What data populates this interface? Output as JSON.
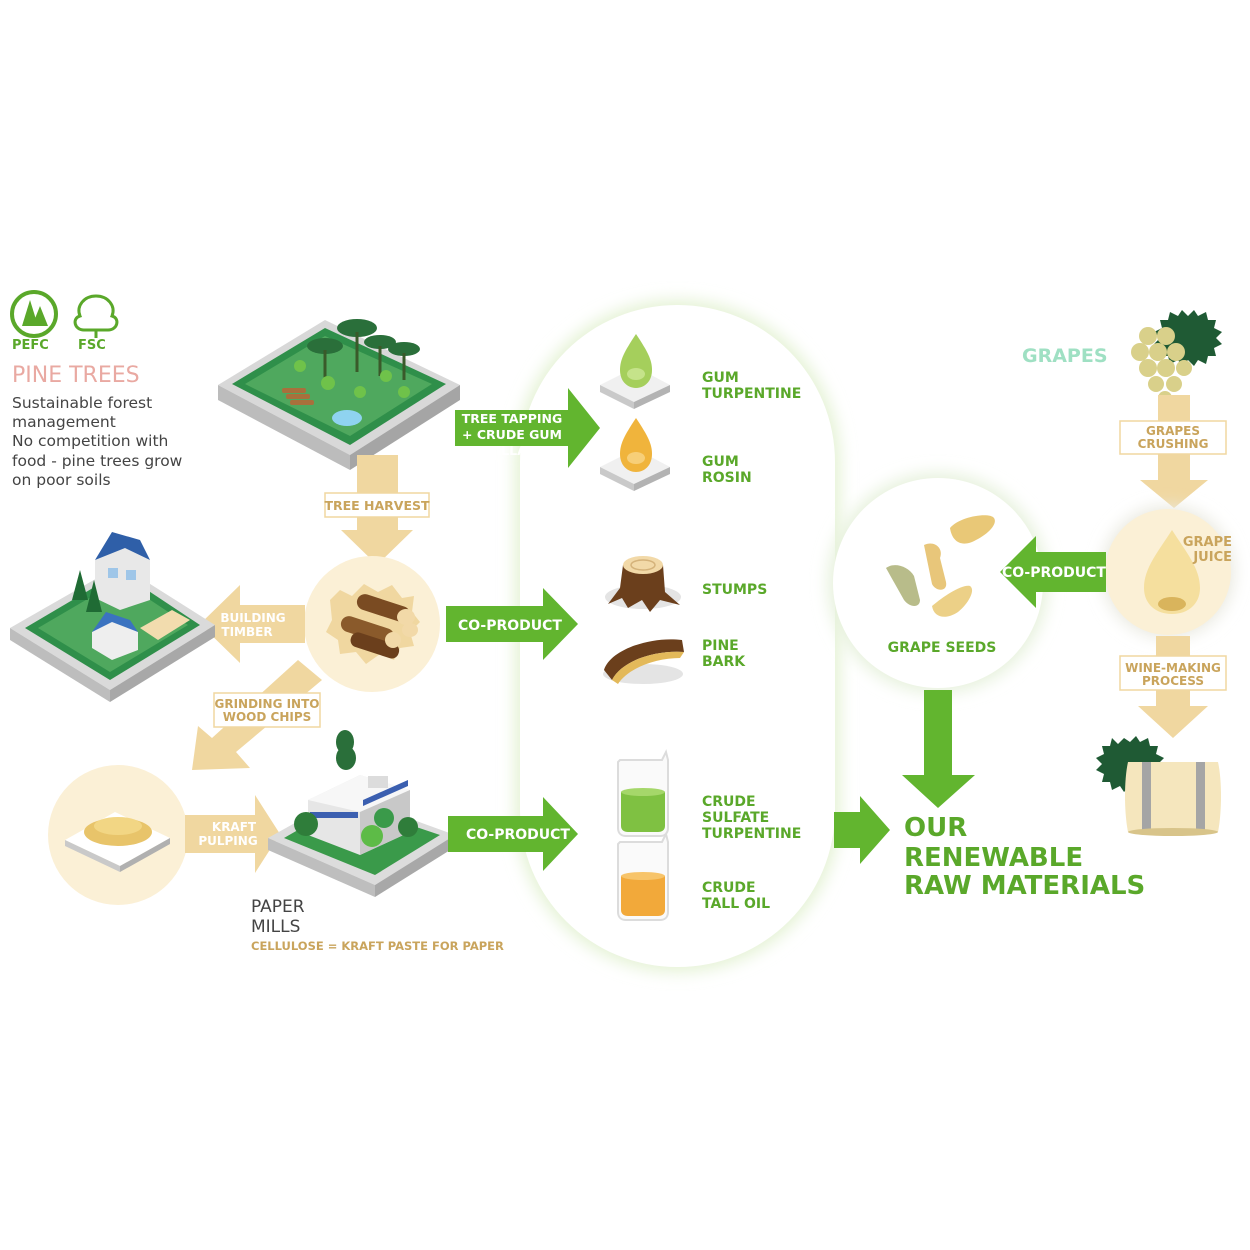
{
  "logos": {
    "pefc": "PEFC",
    "fsc": "FSC"
  },
  "pine": {
    "title": "PINE TREES",
    "desc_lines": [
      "Sustainable forest",
      "management",
      "No competition with",
      "food - pine trees grow",
      "on poor soils"
    ]
  },
  "labels": {
    "tree_tapping": [
      "TREE TAPPING",
      "+ CRUDE GUM",
      "DISTILLATION"
    ],
    "tree_harvest": "TREE HARVEST",
    "building_timber": [
      "BUILDING",
      "TIMBER"
    ],
    "grinding": [
      "GRINDING INTO",
      "WOOD CHIPS"
    ],
    "kraft_pulping": [
      "KRAFT",
      "PULPING"
    ],
    "co_product": "CO-PRODUCT",
    "paper_mills": [
      "PAPER",
      "MILLS"
    ],
    "cellulose": "CELLULOSE = KRAFT PASTE FOR PAPER"
  },
  "products": {
    "gum_turpentine": [
      "GUM",
      "TURPENTINE"
    ],
    "gum_rosin": [
      "GUM",
      "ROSIN"
    ],
    "stumps": [
      "STUMPS"
    ],
    "pine_bark": [
      "PINE",
      "BARK"
    ],
    "crude_sulfate_turpentine": [
      "CRUDE",
      "SULFATE",
      "TURPENTINE"
    ],
    "crude_tall_oil": [
      "CRUDE",
      "TALL OIL"
    ]
  },
  "grapes": {
    "title": "GRAPES",
    "crushing": [
      "GRAPES",
      "CRUSHING"
    ],
    "juice": [
      "GRAPE",
      "JUICE"
    ],
    "co_product": "CO-PRODUCT",
    "seeds": "GRAPE SEEDS",
    "winemaking": [
      "WINE-MAKING",
      "PROCESS"
    ]
  },
  "result": [
    "OUR",
    "RENEWABLE",
    "RAW MATERIALS"
  ],
  "colors": {
    "green_arrow": "#62b52f",
    "tan_arrow": "#f0d7a0",
    "label_green": "#5aa82a",
    "label_tan": "#c9a45c",
    "pine_title": "#e9a9a2",
    "grapes_title": "#9fe0c3"
  }
}
